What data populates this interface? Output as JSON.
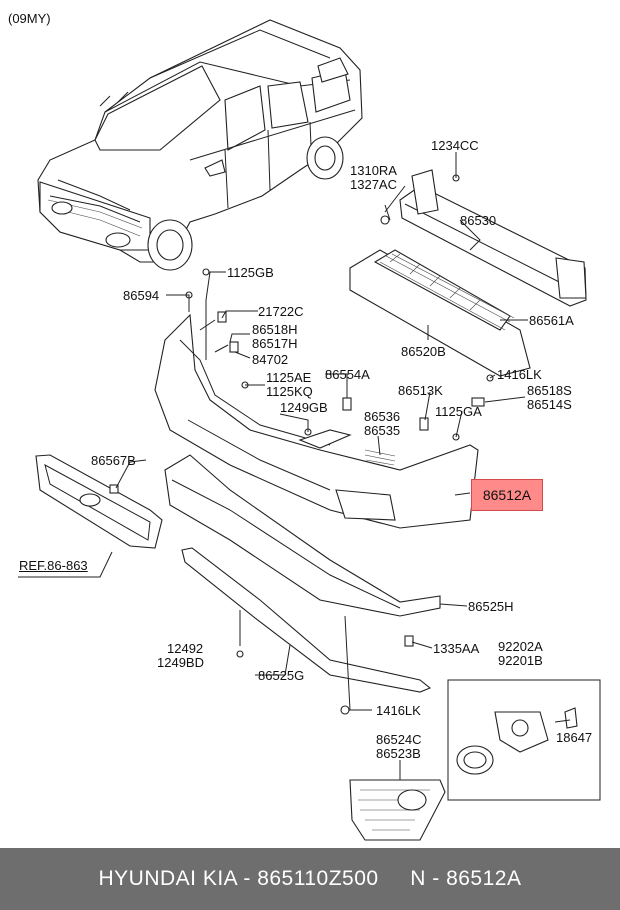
{
  "model_year": "(09MY)",
  "highlighted_part": "86512A",
  "ref_label": "REF.86-863",
  "labels": {
    "p1125GB": "1125GB",
    "p86594": "86594",
    "p21722C": "21722C",
    "p86518H": "86518H",
    "p86517H": "86517H",
    "p84702": "84702",
    "p1125AE": "1125AE",
    "p1125KQ": "1125KQ",
    "p86554A": "86554A",
    "p1249GB": "1249GB",
    "p86536": "86536",
    "p86535": "86535",
    "p86513K": "86513K",
    "p1125GA": "1125GA",
    "p1416LK_a": "1416LK",
    "p86518S": "86518S",
    "p86514S": "86514S",
    "p1234CC": "1234CC",
    "p1310RA": "1310RA",
    "p1327AC": "1327AC",
    "p86530": "86530",
    "p86561A": "86561A",
    "p86520B": "86520B",
    "p86567B": "86567B",
    "p86525H": "86525H",
    "p12492": "12492",
    "p1249BD": "1249BD",
    "p86525G": "86525G",
    "p1335AA": "1335AA",
    "p92202A": "92202A",
    "p92201B": "92201B",
    "p18647": "18647",
    "p1416LK_b": "1416LK",
    "p86524C": "86524C",
    "p86523B": "86523B"
  },
  "footer": {
    "text": "HYUNDAI KIA - 865110Z500     N - 86512A"
  }
}
